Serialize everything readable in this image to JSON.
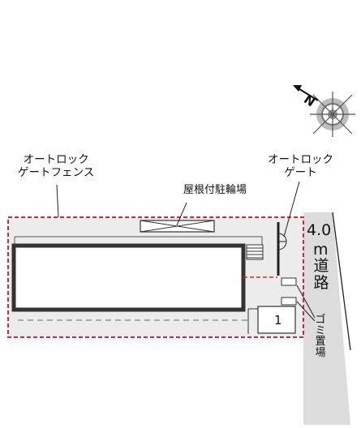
{
  "labels": {
    "fence_line1": "オートロック",
    "fence_line2": "ゲートフェンス",
    "gate_line1": "オートロック",
    "gate_line2": "ゲート",
    "bike_parking": "屋根付駐輪場",
    "road_distance": "4.0",
    "road_unit": "m",
    "road_name": "道路",
    "garbage": "ゴミ置場",
    "parking_number": "1",
    "north_mark": "N"
  },
  "colors": {
    "boundary": "#d42a35",
    "building_wall": "#333333",
    "lines": "#222222",
    "ground": "#ececec",
    "road": "#dcdcdc"
  },
  "icons": {
    "compass": "compass-rose-icon",
    "gate": "double-gate-icon",
    "bike_roof": "roof-cross-icon",
    "stairs": "stairs-icon"
  }
}
